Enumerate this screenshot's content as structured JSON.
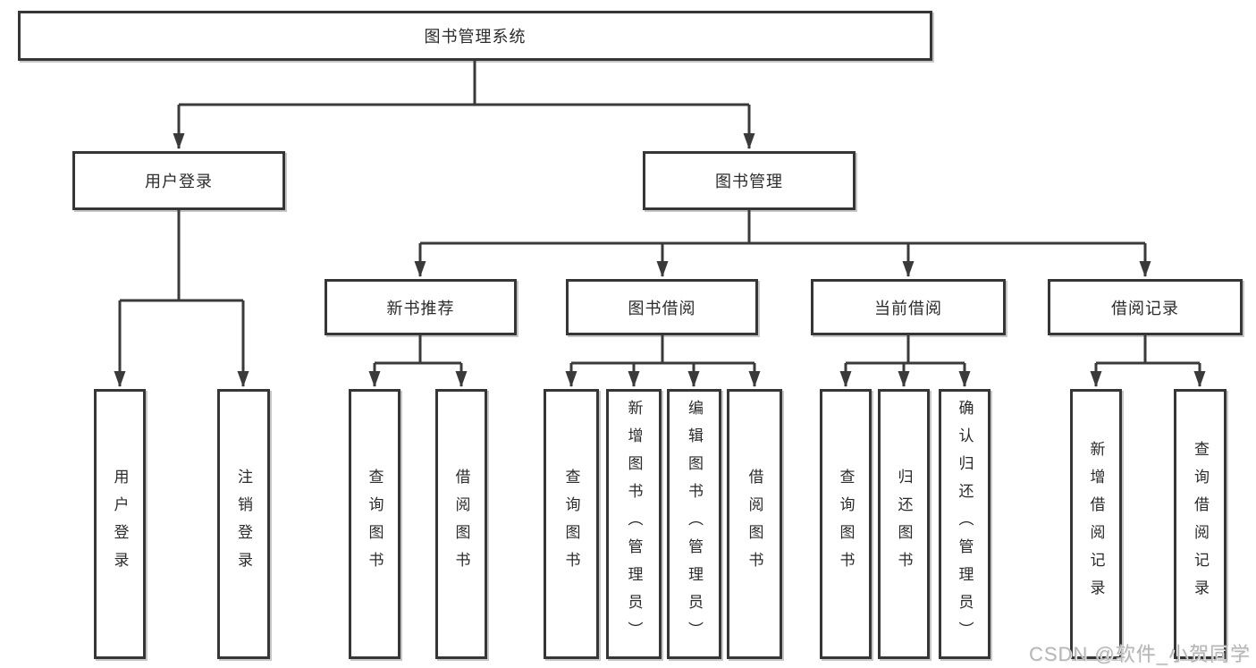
{
  "diagram": {
    "root": {
      "label": "图书管理系统"
    },
    "branches": [
      {
        "label": "用户登录",
        "leaves": [
          {
            "label": "用户登录"
          },
          {
            "label": "注销登录"
          }
        ]
      },
      {
        "label": "图书管理",
        "groups": [
          {
            "label": "新书推荐",
            "leaves": [
              {
                "label": "查询图书"
              },
              {
                "label": "借阅图书"
              }
            ]
          },
          {
            "label": "图书借阅",
            "leaves": [
              {
                "label": "查询图书"
              },
              {
                "label": "新增图书（管理员）"
              },
              {
                "label": "编辑图书（管理员）"
              },
              {
                "label": "借阅图书"
              }
            ]
          },
          {
            "label": "当前借阅",
            "leaves": [
              {
                "label": "查询图书"
              },
              {
                "label": "归还图书"
              },
              {
                "label": "确认归还（管理员）"
              }
            ]
          },
          {
            "label": "借阅记录",
            "leaves": [
              {
                "label": "新增借阅记录"
              },
              {
                "label": "查询借阅记录"
              }
            ]
          }
        ]
      }
    ]
  },
  "watermark": {
    "text": "CSDN @软件_小贺同学"
  },
  "colors": {
    "line": "#3a3a3a",
    "border": "#363636",
    "fill": "#ffffff",
    "text": "#2b2b2b",
    "wm": "#b6b6b6"
  }
}
